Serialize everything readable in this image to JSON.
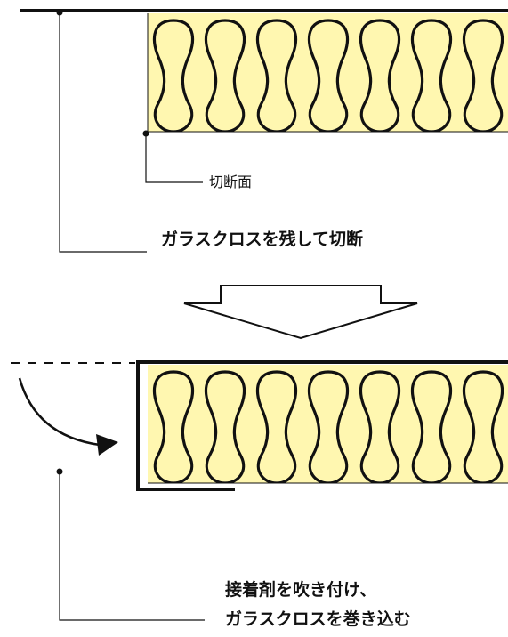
{
  "colors": {
    "insulation_fill": "#fff7b0",
    "line": "#111111",
    "arrow_fill": "#ffffff"
  },
  "labels": {
    "cut_surface": "切断面",
    "step1": "ガラスクロスを残して切断",
    "step2_line1": "接着剤を吹き付け、",
    "step2_line2": "ガラスクロスを巻き込む"
  }
}
